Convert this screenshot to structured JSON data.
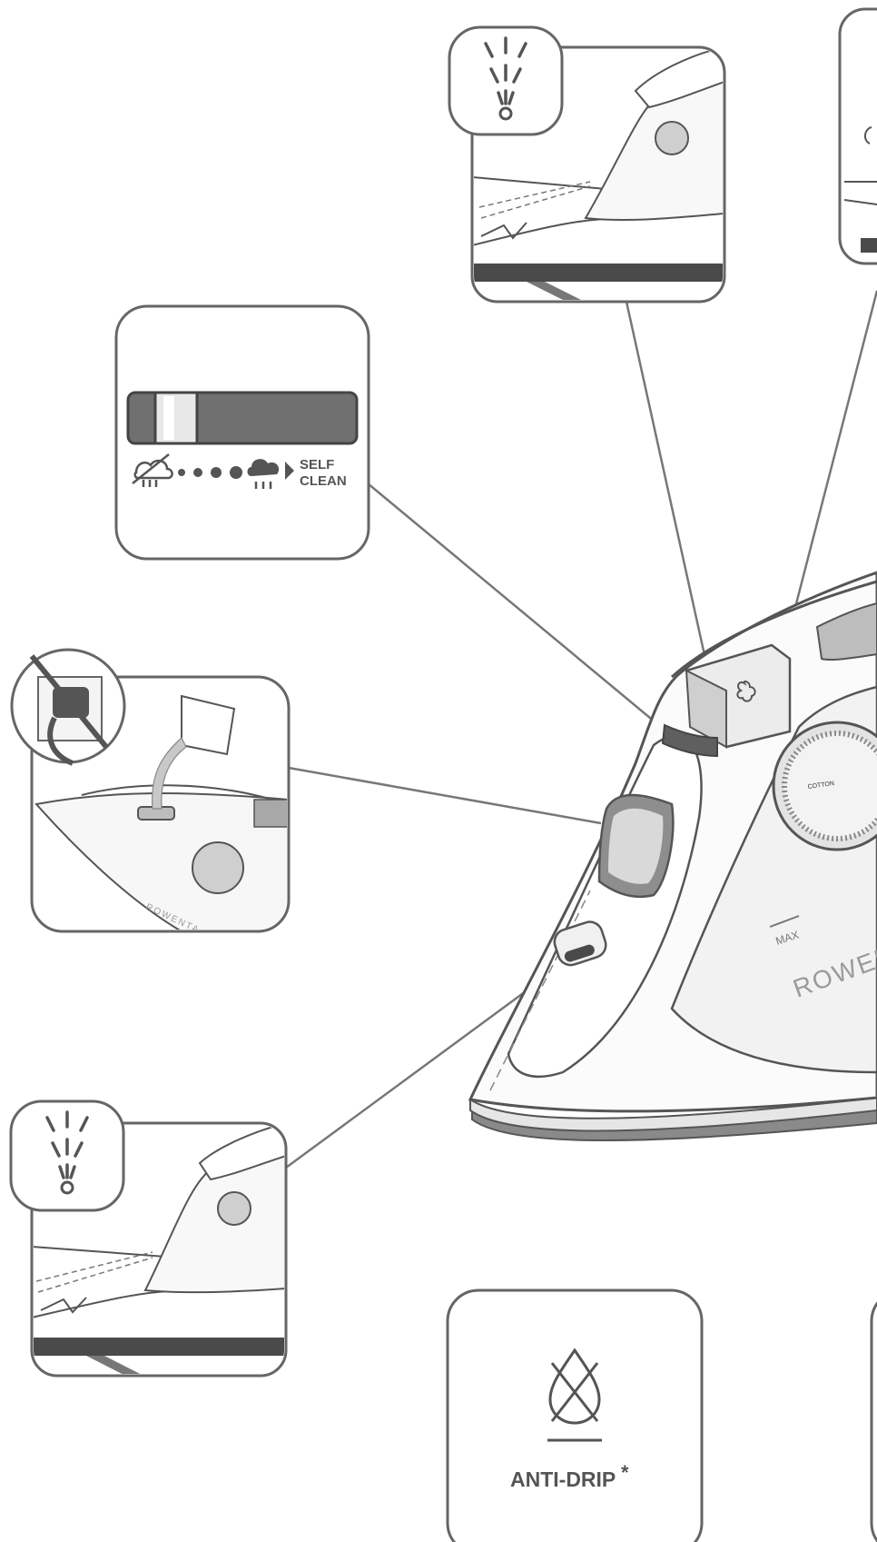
{
  "panels": {
    "steam_control": {
      "label_line1": "SELF",
      "label_line2": "CLEAN"
    },
    "anti_drip": {
      "label": "ANTI-DRIP",
      "asterisk": "*"
    }
  },
  "iron": {
    "brand": "ROWENTA",
    "max_label": "MAX",
    "dial_text": "COTTON"
  },
  "icons": [
    "spray-icon",
    "no-steam-icon",
    "steam-icon",
    "no-plug-icon",
    "anti-drip-icon",
    "steam-burst-icon"
  ],
  "colors": {
    "outline": "#555555",
    "dark_fill": "#6f6f6f",
    "light_fill": "#f2f2f2",
    "mid_fill": "#bdbdbd"
  }
}
